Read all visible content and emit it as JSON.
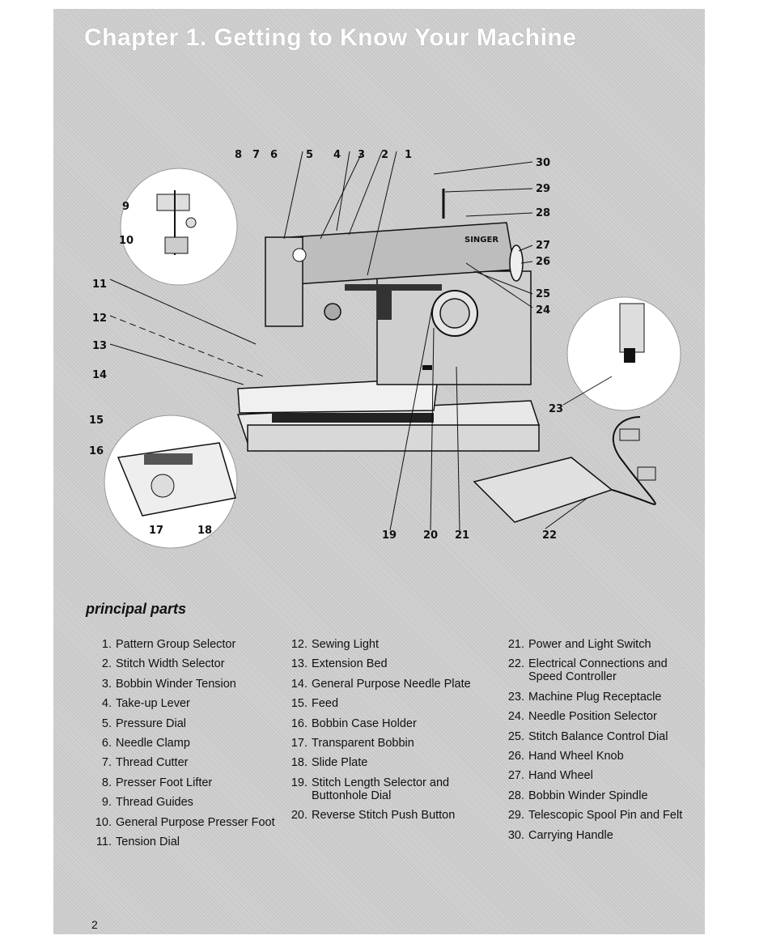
{
  "page": {
    "chapter_title": "Chapter 1. Getting to Know Your Machine",
    "section_heading": "principal parts",
    "page_number": "2",
    "brand_label": "SINGER"
  },
  "figure": {
    "callouts": [
      "1",
      "2",
      "3",
      "4",
      "5",
      "6",
      "7",
      "8",
      "9",
      "10",
      "11",
      "12",
      "13",
      "14",
      "15",
      "16",
      "17",
      "18",
      "19",
      "20",
      "21",
      "22",
      "23",
      "24",
      "25",
      "26",
      "27",
      "28",
      "29",
      "30"
    ]
  },
  "parts": {
    "col1": [
      {
        "num": "1.",
        "text": "Pattern Group Selector"
      },
      {
        "num": "2.",
        "text": "Stitch Width Selector"
      },
      {
        "num": "3.",
        "text": "Bobbin Winder Tension"
      },
      {
        "num": "4.",
        "text": "Take-up Lever"
      },
      {
        "num": "5.",
        "text": "Pressure Dial"
      },
      {
        "num": "6.",
        "text": "Needle Clamp"
      },
      {
        "num": "7.",
        "text": "Thread Cutter"
      },
      {
        "num": "8.",
        "text": "Presser Foot Lifter"
      },
      {
        "num": "9.",
        "text": "Thread Guides"
      },
      {
        "num": "10.",
        "text": "General Purpose Presser Foot"
      },
      {
        "num": "11.",
        "text": "Tension Dial"
      }
    ],
    "col2": [
      {
        "num": "12.",
        "text": "Sewing Light"
      },
      {
        "num": "13.",
        "text": "Extension Bed"
      },
      {
        "num": "14.",
        "text": "General Purpose Needle Plate"
      },
      {
        "num": "15.",
        "text": "Feed"
      },
      {
        "num": "16.",
        "text": "Bobbin Case Holder"
      },
      {
        "num": "17.",
        "text": "Transparent Bobbin"
      },
      {
        "num": "18.",
        "text": "Slide Plate"
      },
      {
        "num": "19.",
        "text": "Stitch Length Selector and Buttonhole Dial"
      },
      {
        "num": "20.",
        "text": "Reverse Stitch Push Button"
      }
    ],
    "col3": [
      {
        "num": "21.",
        "text": "Power and Light Switch"
      },
      {
        "num": "22.",
        "text": "Electrical Connections and Speed Controller"
      },
      {
        "num": "23.",
        "text": "Machine Plug Receptacle"
      },
      {
        "num": "24.",
        "text": "Needle Position Selector"
      },
      {
        "num": "25.",
        "text": "Stitch Balance Control Dial"
      },
      {
        "num": "26.",
        "text": "Hand Wheel Knob"
      },
      {
        "num": "27.",
        "text": "Hand Wheel"
      },
      {
        "num": "28.",
        "text": "Bobbin Winder Spindle"
      },
      {
        "num": "29.",
        "text": "Telescopic Spool Pin and Felt"
      },
      {
        "num": "30.",
        "text": "Carrying Handle"
      }
    ]
  }
}
